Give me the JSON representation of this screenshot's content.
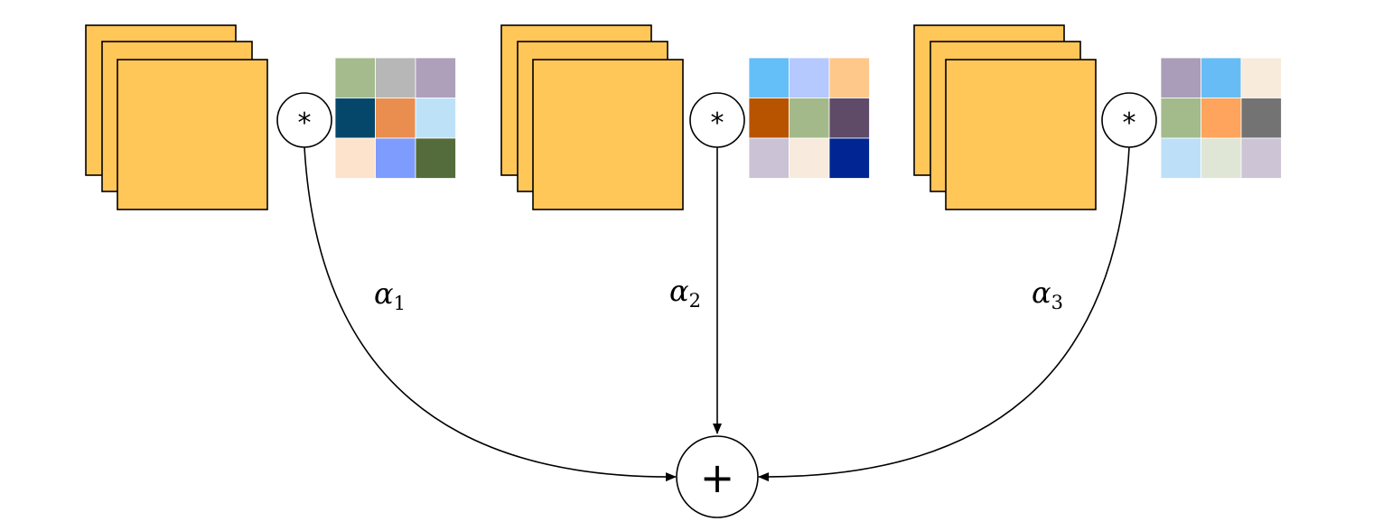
{
  "diagram": {
    "branches": [
      {
        "operator": "*",
        "weight_label": "α",
        "weight_subscript": "1",
        "kernel_colors": [
          "#a5bb8d",
          "#b7b7b7",
          "#ae9fbb",
          "#04476a",
          "#e98e4f",
          "#bde2f8",
          "#fee3cc",
          "#7e9cfe",
          "#546b3c"
        ]
      },
      {
        "operator": "*",
        "weight_label": "α",
        "weight_subscript": "2",
        "kernel_colors": [
          "#64bef8",
          "#b5c9fe",
          "#fec88b",
          "#b85400",
          "#a3b98a",
          "#5f4a67",
          "#cbc2d6",
          "#f8ebdd",
          "#012593"
        ]
      },
      {
        "operator": "*",
        "weight_label": "α",
        "weight_subscript": "3",
        "kernel_colors": [
          "#a99db9",
          "#68bcf6",
          "#f8ebdc",
          "#a3ba8b",
          "#fea45c",
          "#737373",
          "#bde0f8",
          "#dfe6d6",
          "#cdc4d6"
        ]
      }
    ],
    "sum_operator": "+",
    "colors": {
      "feature_map_fill": "#ffc658",
      "stroke": "#000000"
    }
  }
}
